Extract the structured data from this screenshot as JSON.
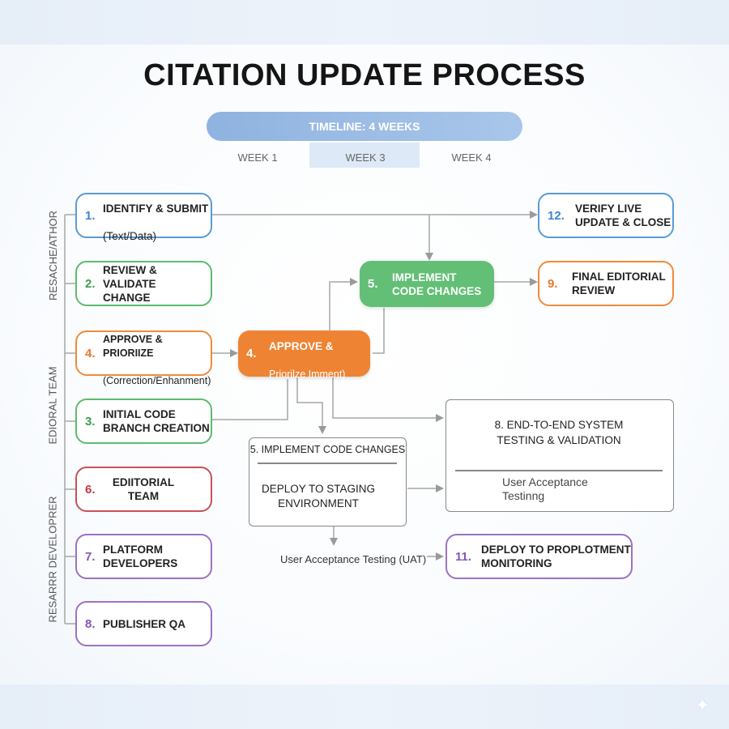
{
  "title": "CITATION UPDATE PROCESS",
  "timeline": {
    "label": "TIMELINE: 4 WEEKS",
    "weeks": [
      "WEEK 1",
      "WEEK 3",
      "WEEK 4"
    ],
    "highlighted_week": "WEEK 3"
  },
  "lanes": {
    "researcher": "RESACHE/ATHOR",
    "editorial": "EDIORAL TEAM",
    "developer": "RESARRR DEVELOPRER"
  },
  "nodes": {
    "n1": {
      "num": "1.",
      "text": "IDENTIFY & SUBMIT",
      "sub": "(Text/Data)",
      "color": "#5b9bd5"
    },
    "n2": {
      "num": "2.",
      "text": "REVIEW & VALIDATE\nCHANGE",
      "color": "#5dbb6e"
    },
    "n4a": {
      "num": "4.",
      "text": "APPROVE & PRIORIIZE",
      "sub": "(Correction/Enhanment)",
      "color": "#ef8b3b"
    },
    "n3": {
      "num": "3.",
      "text": "INITIAL CODE\nBRANCH CREATION",
      "color": "#5dbb6e"
    },
    "n6": {
      "num": "6.",
      "text": "EDIITORIAL\nTEAM",
      "color": "#c9505a"
    },
    "n7": {
      "num": "7.",
      "text": "PLATFORM\nDEVELOPERS",
      "color": "#9b72c4"
    },
    "n8": {
      "num": "8.",
      "text": "PUBLISHER QA",
      "color": "#9b72c4"
    },
    "n4b": {
      "num": "4.",
      "text": "APPROVE &",
      "sub": "Priorilze Imment)",
      "color": "#ee8433"
    },
    "n5a": {
      "num": "5.",
      "text": "IMPLEMENT\nCODE CHANGES",
      "color": "#63bf76"
    },
    "n12": {
      "num": "12.",
      "text": "VERIFY LIVE\nUPDATE & CLOSE",
      "color": "#5b9bd5"
    },
    "n9": {
      "num": "9.",
      "text": "FINAL EDITORIAL\nREVIEW",
      "color": "#ef8b3b"
    },
    "n11": {
      "num": "11.",
      "text": "DEPLOY TO PROPLOTMENT\nMONITORING",
      "color": "#9b72c4"
    }
  },
  "box5": {
    "header": "5. IMPLEMENT CODE CHANGES",
    "body": "DEPLOY TO STAGING\nENVIRONMENT"
  },
  "uat_label": "User Acceptance Testing (UAT)",
  "box8": {
    "header": "8. END-TO-END SYSTEM\nTESTING & VALIDATION",
    "body": "User Acceptance\nTestinng"
  }
}
